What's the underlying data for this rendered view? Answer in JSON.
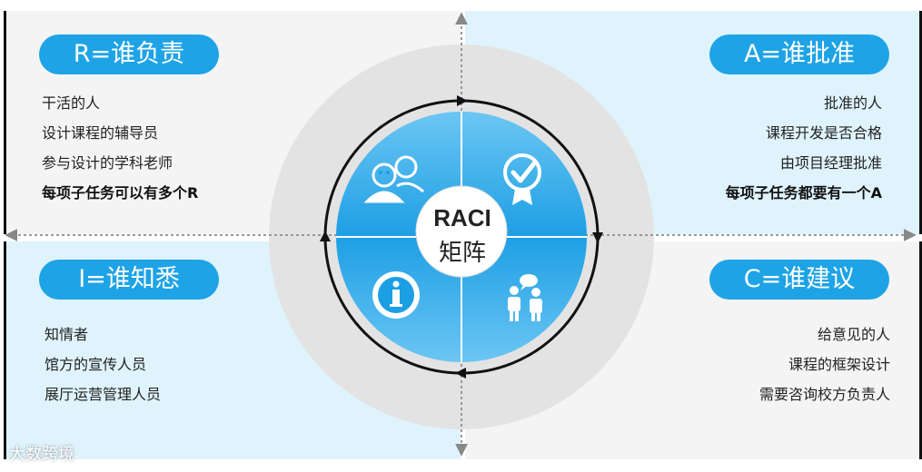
{
  "center": {
    "title": "RACI",
    "subtitle": "矩阵"
  },
  "quadrants": {
    "responsible": {
      "heading": "R=谁负责",
      "lines": [
        "干活的人",
        "设计课程的辅导员",
        "参与设计的学科老师"
      ],
      "rule": "每项子任务可以有多个R"
    },
    "accountable": {
      "heading": "A=谁批准",
      "lines": [
        "批准的人",
        "课程开发是否合格",
        "由项目经理批准"
      ],
      "rule": "每项子任务都要有一个A"
    },
    "informed": {
      "heading": "I=谁知悉",
      "lines": [
        "知情者",
        "馆方的宣传人员",
        "展厅运营管理人员"
      ]
    },
    "consulted": {
      "heading": "C=谁建议",
      "lines": [
        "给意见的人",
        "课程的框架设计",
        "需要咨询校方负责人"
      ]
    }
  },
  "icons": [
    "people-icon",
    "checkmark-badge-icon",
    "info-icon",
    "discussion-icon"
  ],
  "watermark": "大数跨境",
  "colors": {
    "accent_blue": "#1ea3e6",
    "light_blue_panel": "#dff3fc",
    "gray_panel": "#f4f4f4",
    "dark_ring": "#111111"
  }
}
